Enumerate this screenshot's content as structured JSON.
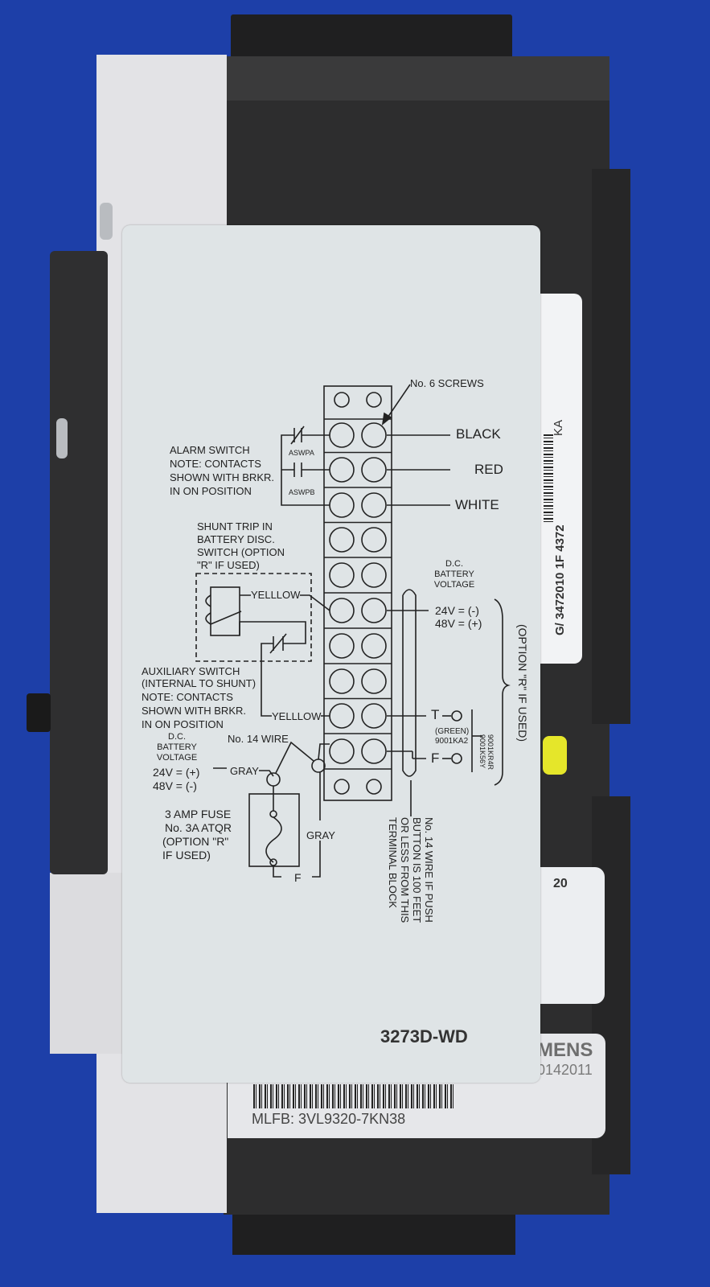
{
  "colors": {
    "background": "#1d3fa8",
    "breaker_body": "#2d2d2e",
    "label": "#dfe4e6",
    "housing": "#e3e3e6"
  },
  "diagram_label": {
    "screws": "No. 6 SCREWS",
    "wires": [
      "BLACK",
      "RED",
      "WHITE"
    ],
    "alarm_switch": [
      "ALARM SWITCH",
      "NOTE: CONTACTS",
      "SHOWN WITH BRKR.",
      "IN ON POSITION"
    ],
    "aswpa": "ASWPA",
    "aswpb": "ASWPB",
    "shunt_trip": [
      "SHUNT TRIP IN",
      "BATTERY DISC.",
      "SWITCH (OPTION",
      "\"R\" IF USED)"
    ],
    "yellow_1": "YELLLOW",
    "yellow_2": "YELLLOW",
    "dc_battery_right": [
      "D.C.",
      "BATTERY",
      "VOLTAGE"
    ],
    "voltage_right": [
      "24V = (-)",
      "48V = (+)"
    ],
    "option_r": "(OPTION \"R\" IF USED)",
    "auxiliary_switch": [
      "AUXILIARY SWITCH",
      "(INTERNAL TO SHUNT)",
      "NOTE: CONTACTS",
      "SHOWN WITH BRKR.",
      "IN ON POSITION"
    ],
    "terminal_t": "T",
    "terminal_f": "F",
    "green": [
      "(GREEN)",
      "9001KA2"
    ],
    "pushbutton_parts": [
      "9001KR4R",
      "9001K56Y"
    ],
    "dc_battery_left": [
      "D.C.",
      "BATTERY",
      "VOLTAGE"
    ],
    "no14_wire": "No. 14 WIRE",
    "voltage_left": [
      "24V = (+)",
      "48V = (-)"
    ],
    "gray_1": "GRAY",
    "gray_2": "GRAY",
    "fuse": [
      "3 AMP FUSE",
      "No. 3A ATQR",
      "(OPTION \"R\"",
      "IF USED)"
    ],
    "fuse_f": "F",
    "wire_note": [
      "No. 14 WIRE IF PUSH",
      "BUTTON IS 100 FEET",
      "OR LESS FROM THIS",
      "TERMINAL BLOCK"
    ],
    "part_number": "3273D-WD"
  },
  "side_label": {
    "text": "G/ 3472010 1F 4372",
    "suffix": "KA"
  },
  "middle_label": {
    "text": "20"
  },
  "bottom_label": {
    "brand": "MENS",
    "serial": "0142011",
    "mlfb": "MLFB: 3VL9320-7KN38"
  }
}
